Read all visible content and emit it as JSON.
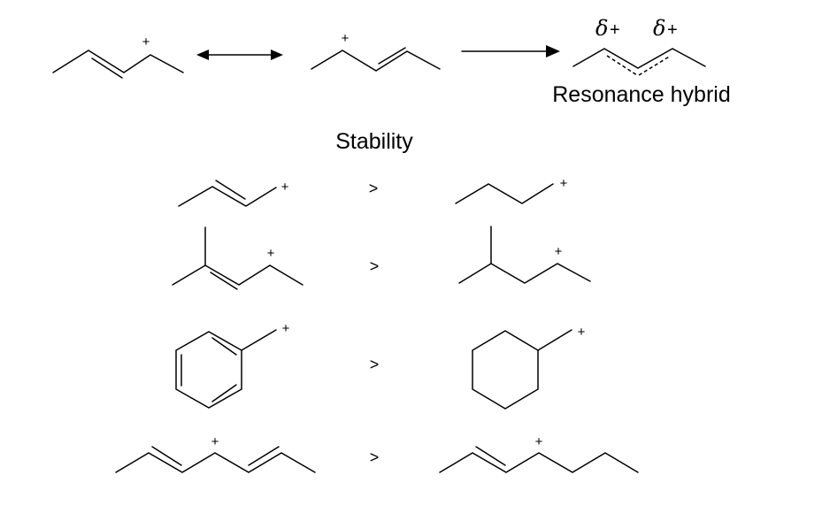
{
  "charge_symbol": "+",
  "delta_symbol": "δ",
  "resonance_label": "Resonance hybrid",
  "stability_label": "Stability",
  "comparison_symbol": ">",
  "comparisons": [
    {
      "more_stable": "allylic-cation",
      "less_stable": "primary-alkyl-cation"
    },
    {
      "more_stable": "substituted-allylic-cation",
      "less_stable": "secondary-alkyl-cation"
    },
    {
      "more_stable": "benzylic-cation",
      "less_stable": "cyclohexylmethyl-cation"
    },
    {
      "more_stable": "pentadienyl-cation",
      "less_stable": "allylic-cation"
    }
  ]
}
